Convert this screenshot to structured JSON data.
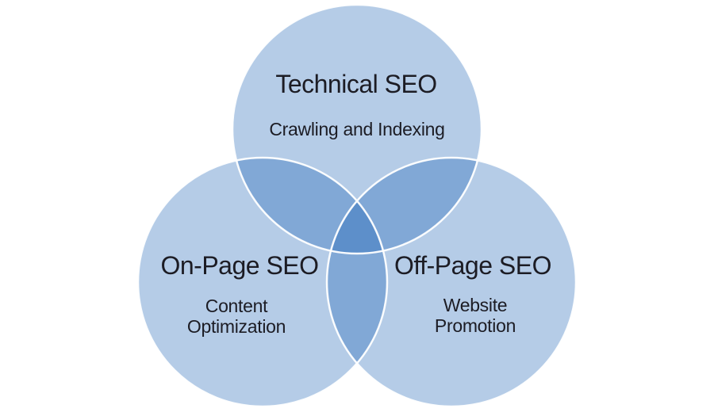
{
  "diagram": {
    "type": "venn-3-circle",
    "background_color": "#ffffff",
    "colors": {
      "circle_fill": "#0a55b1",
      "circle_stroke": "#ffffff",
      "text": "#1c1c24",
      "single_region": "#b5cce8",
      "double_overlap_region": "#82aad7",
      "triple_overlap_region": "#6f9fd4"
    },
    "circles": {
      "technical": {
        "title": "Technical SEO",
        "subtitle": "Crawling and Indexing"
      },
      "on_page": {
        "title": "On-Page SEO",
        "subtitle_line1": "Content",
        "subtitle_line2": "Optimization"
      },
      "off_page": {
        "title": "Off-Page SEO",
        "subtitle_line1": "Website",
        "subtitle_line2": "Promotion"
      }
    }
  }
}
